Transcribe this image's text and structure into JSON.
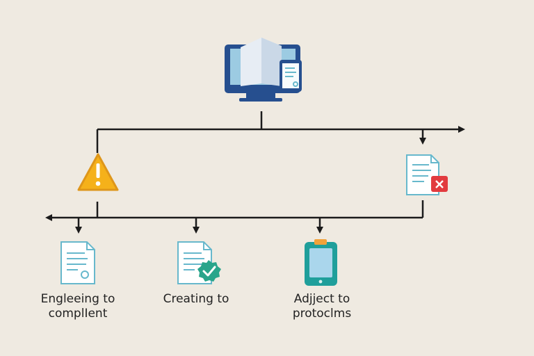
{
  "colors": {
    "background": "#efeae1",
    "line": "#1b1b1b",
    "monitor": "#264f8f",
    "screen": "#9ccbe2",
    "warning": "#f5b11a",
    "doc_outline": "#67b8cc",
    "error_badge": "#e23b3f",
    "check_badge": "#29a58b",
    "tablet": "#1f9f9b",
    "tablet_clip": "#f2a23a"
  },
  "icons": {
    "computer": "computer-icon",
    "warning": "warning-icon",
    "rejected_document": "document-error-icon",
    "document_left": "document-icon",
    "document_verified": "document-check-icon",
    "tablet": "tablet-icon"
  },
  "labels": {
    "left": {
      "line1": "Engleeing to",
      "line2": "complIent"
    },
    "middle": {
      "line1": "Creating to"
    },
    "right": {
      "line1": "Adjject to",
      "line2": "protoclms"
    }
  }
}
